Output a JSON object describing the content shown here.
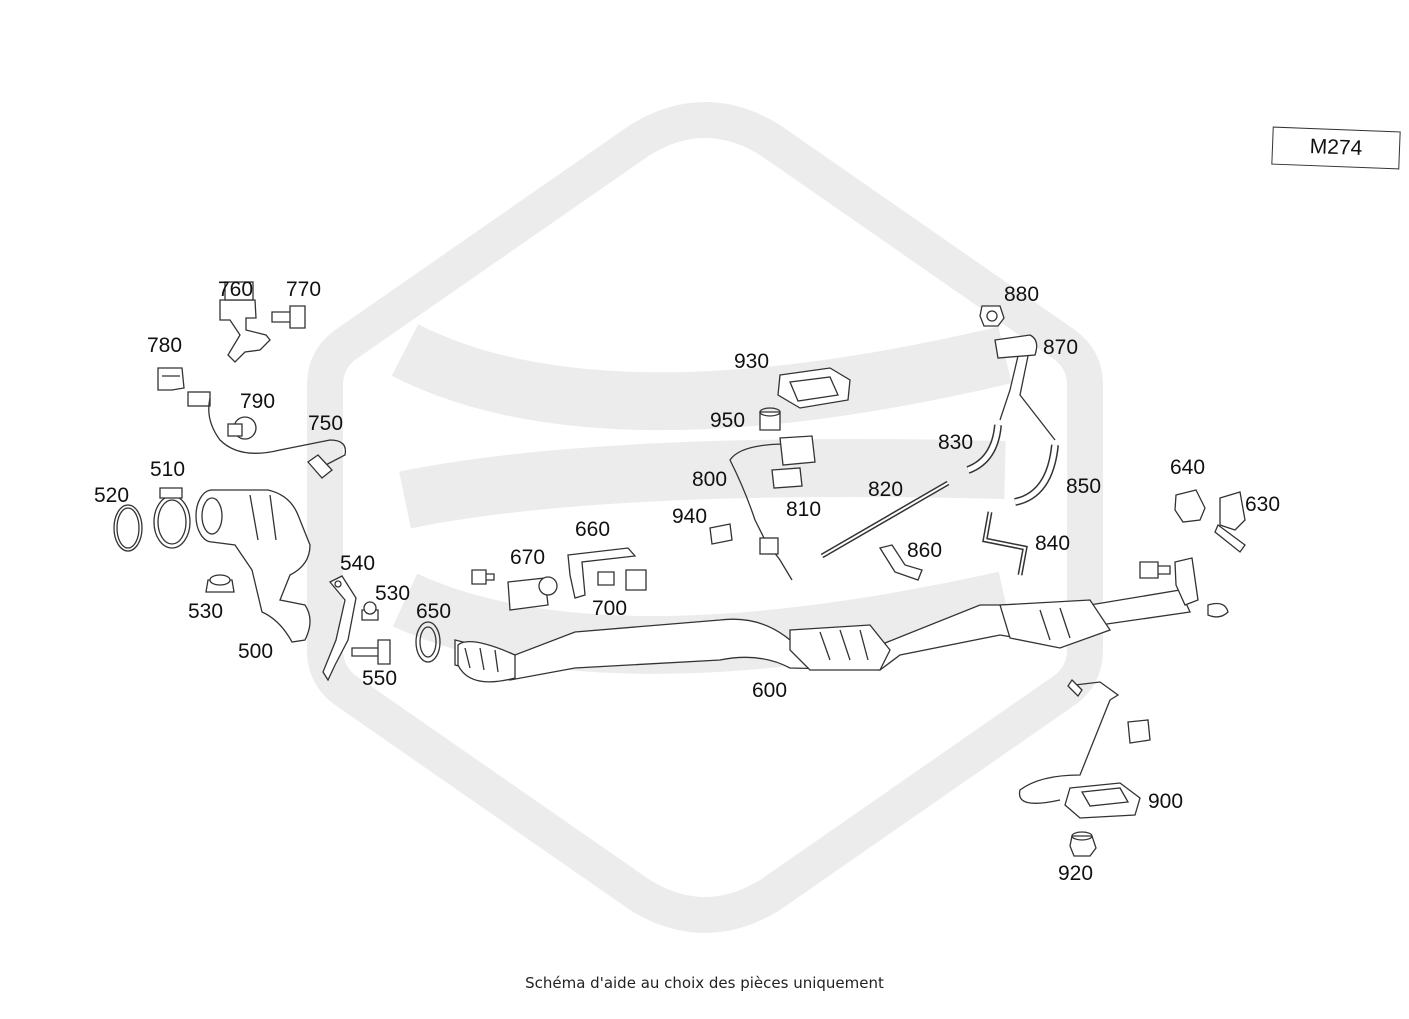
{
  "engine_code": "M274",
  "caption": "Schéma d'aide au choix des pièces uniquement",
  "colors": {
    "watermark": "#ececec",
    "line": "#333333",
    "text": "#111111"
  },
  "watermark_icon": "brand-logo-watermark",
  "parts": [
    "500",
    "510",
    "520",
    "530",
    "540",
    "550",
    "600",
    "630",
    "640",
    "650",
    "660",
    "670",
    "700",
    "750",
    "760",
    "770",
    "780",
    "790",
    "800",
    "810",
    "820",
    "830",
    "840",
    "850",
    "860",
    "870",
    "880",
    "900",
    "920",
    "930",
    "940",
    "950"
  ],
  "labels": {
    "p500": "500",
    "p510": "510",
    "p520": "520",
    "p530a": "530",
    "p530b": "530",
    "p540": "540",
    "p550": "550",
    "p600": "600",
    "p630": "630",
    "p640": "640",
    "p650": "650",
    "p660": "660",
    "p670": "670",
    "p700": "700",
    "p750": "750",
    "p760": "760",
    "p770": "770",
    "p780": "780",
    "p790": "790",
    "p800": "800",
    "p810": "810",
    "p820": "820",
    "p830": "830",
    "p840": "840",
    "p850": "850",
    "p860": "860",
    "p870": "870",
    "p880": "880",
    "p900": "900",
    "p920": "920",
    "p930": "930",
    "p940": "940",
    "p950": "950"
  }
}
